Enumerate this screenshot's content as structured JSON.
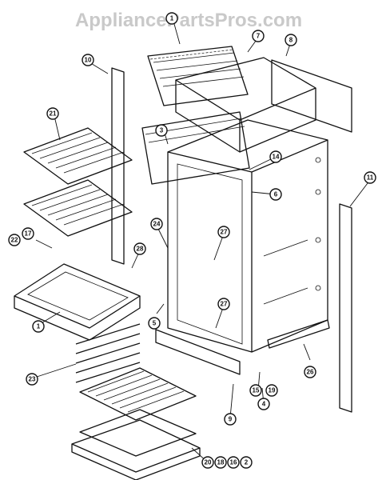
{
  "watermark": "AppliancePartsPros.com",
  "callouts": [
    {
      "label": "1"
    },
    {
      "label": "7"
    },
    {
      "label": "8"
    },
    {
      "label": "10"
    },
    {
      "label": "21"
    },
    {
      "label": "3"
    },
    {
      "label": "14"
    },
    {
      "label": "6"
    },
    {
      "label": "11"
    },
    {
      "label": "24"
    },
    {
      "label": "27"
    },
    {
      "label": "22"
    },
    {
      "label": "17"
    },
    {
      "label": "28"
    },
    {
      "label": "1"
    },
    {
      "label": "5"
    },
    {
      "label": "27"
    },
    {
      "label": "23"
    },
    {
      "label": "26"
    },
    {
      "label": "15"
    },
    {
      "label": "19"
    },
    {
      "label": "4"
    },
    {
      "label": "9"
    },
    {
      "label": "20"
    },
    {
      "label": "18"
    },
    {
      "label": "16"
    },
    {
      "label": "2"
    }
  ]
}
